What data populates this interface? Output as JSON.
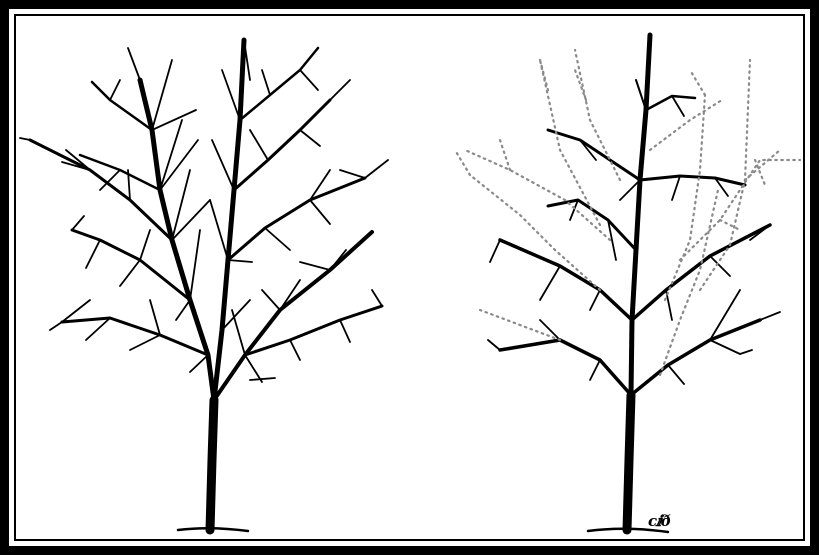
{
  "illustration": {
    "left_panel": "unpruned-tree",
    "right_panel": "pruned-tree",
    "signature_text": "ⅽⅈð"
  },
  "colors": {
    "ink": "#000000",
    "frame": "#000000",
    "background": "#ffffff",
    "removed_branch_dots": "#8a8a8a"
  }
}
